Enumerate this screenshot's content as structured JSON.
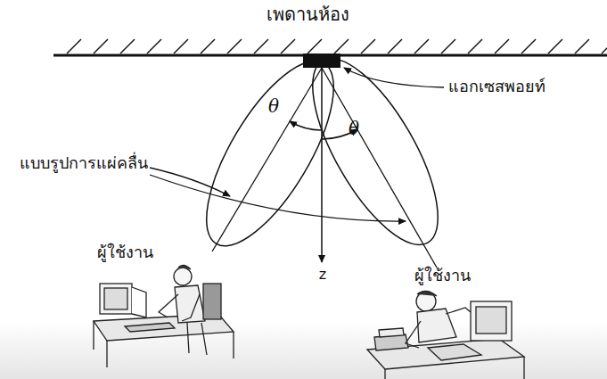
{
  "diagram": {
    "labels": [
      "เพดานห้อง",
      "แอกเซสพอยท์",
      "แบบรูปการแผ่คลื่น",
      "θ",
      "θ",
      "z",
      "ผู้ใช้งาน",
      "ผู้ใช้งาน"
    ]
  }
}
